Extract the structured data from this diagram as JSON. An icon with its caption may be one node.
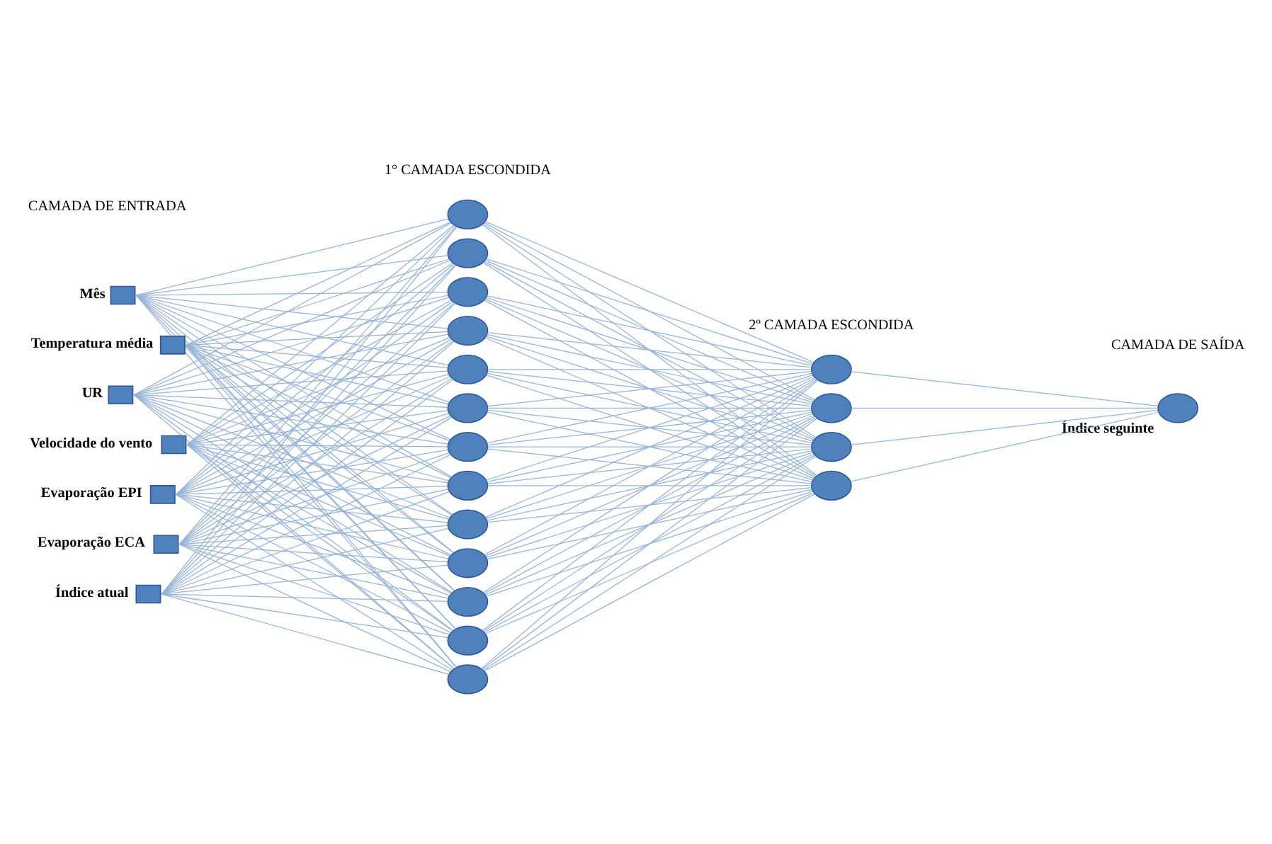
{
  "diagram": {
    "nodes": [
      {
        "text": [],
        "shape": "box",
        "beside": [
          "Mês"
        ]
      },
      {
        "text": [],
        "shape": "box",
        "beside": [
          "Temperatura média"
        ]
      },
      {
        "text": [],
        "shape": "box",
        "beside": [
          "UR"
        ]
      },
      {
        "text": [],
        "shape": "box",
        "beside": [
          "Velocidade do vento"
        ]
      },
      {
        "text": [],
        "shape": "box",
        "beside": [
          "Evaporação EPI"
        ]
      },
      {
        "text": [],
        "shape": "box",
        "beside": [
          "Evaporação ECA"
        ]
      },
      {
        "text": [],
        "shape": "box",
        "beside": [
          "Índice atual"
        ]
      },
      {
        "text": [],
        "shape": "circle"
      },
      {
        "text": [],
        "shape": "circle"
      },
      {
        "text": [],
        "shape": "circle"
      },
      {
        "text": [],
        "shape": "circle"
      },
      {
        "text": [],
        "shape": "circle"
      },
      {
        "text": [],
        "shape": "circle"
      },
      {
        "text": [],
        "shape": "circle"
      },
      {
        "text": [],
        "shape": "circle"
      },
      {
        "text": [],
        "shape": "circle"
      },
      {
        "text": [],
        "shape": "circle"
      },
      {
        "text": [],
        "shape": "circle"
      },
      {
        "text": [],
        "shape": "circle"
      },
      {
        "text": [],
        "shape": "circle"
      },
      {
        "text": [],
        "shape": "circle"
      },
      {
        "text": [],
        "shape": "circle"
      },
      {
        "text": [],
        "shape": "circle"
      },
      {
        "text": [],
        "shape": "circle"
      },
      {
        "text": [],
        "shape": "circle",
        "beside": [
          "Índice seguinte"
        ]
      }
    ],
    "edges": [
      {
        "from": 0,
        "to": 7,
        "arrow": "none"
      },
      {
        "from": 0,
        "to": 8,
        "arrow": "none"
      },
      {
        "from": 0,
        "to": 9,
        "arrow": "none"
      },
      {
        "from": 0,
        "to": 10,
        "arrow": "none"
      },
      {
        "from": 0,
        "to": 11,
        "arrow": "none"
      },
      {
        "from": 0,
        "to": 12,
        "arrow": "none"
      },
      {
        "from": 0,
        "to": 13,
        "arrow": "none"
      },
      {
        "from": 0,
        "to": 14,
        "arrow": "none"
      },
      {
        "from": 0,
        "to": 15,
        "arrow": "none"
      },
      {
        "from": 0,
        "to": 16,
        "arrow": "none"
      },
      {
        "from": 0,
        "to": 17,
        "arrow": "none"
      },
      {
        "from": 0,
        "to": 18,
        "arrow": "none"
      },
      {
        "from": 0,
        "to": 19,
        "arrow": "none"
      },
      {
        "from": 1,
        "to": 7,
        "arrow": "none"
      },
      {
        "from": 1,
        "to": 8,
        "arrow": "none"
      },
      {
        "from": 1,
        "to": 9,
        "arrow": "none"
      },
      {
        "from": 1,
        "to": 10,
        "arrow": "none"
      },
      {
        "from": 1,
        "to": 11,
        "arrow": "none"
      },
      {
        "from": 1,
        "to": 12,
        "arrow": "none"
      },
      {
        "from": 1,
        "to": 13,
        "arrow": "none"
      },
      {
        "from": 1,
        "to": 14,
        "arrow": "none"
      },
      {
        "from": 1,
        "to": 15,
        "arrow": "none"
      },
      {
        "from": 1,
        "to": 16,
        "arrow": "none"
      },
      {
        "from": 1,
        "to": 17,
        "arrow": "none"
      },
      {
        "from": 1,
        "to": 18,
        "arrow": "none"
      },
      {
        "from": 1,
        "to": 19,
        "arrow": "none"
      },
      {
        "from": 2,
        "to": 7,
        "arrow": "none"
      },
      {
        "from": 2,
        "to": 8,
        "arrow": "none"
      },
      {
        "from": 2,
        "to": 9,
        "arrow": "none"
      },
      {
        "from": 2,
        "to": 10,
        "arrow": "none"
      },
      {
        "from": 2,
        "to": 11,
        "arrow": "none"
      },
      {
        "from": 2,
        "to": 12,
        "arrow": "none"
      },
      {
        "from": 2,
        "to": 13,
        "arrow": "none"
      },
      {
        "from": 2,
        "to": 14,
        "arrow": "none"
      },
      {
        "from": 2,
        "to": 15,
        "arrow": "none"
      },
      {
        "from": 2,
        "to": 16,
        "arrow": "none"
      },
      {
        "from": 2,
        "to": 17,
        "arrow": "none"
      },
      {
        "from": 2,
        "to": 18,
        "arrow": "none"
      },
      {
        "from": 2,
        "to": 19,
        "arrow": "none"
      },
      {
        "from": 3,
        "to": 7,
        "arrow": "none"
      },
      {
        "from": 3,
        "to": 8,
        "arrow": "none"
      },
      {
        "from": 3,
        "to": 9,
        "arrow": "none"
      },
      {
        "from": 3,
        "to": 10,
        "arrow": "none"
      },
      {
        "from": 3,
        "to": 11,
        "arrow": "none"
      },
      {
        "from": 3,
        "to": 12,
        "arrow": "none"
      },
      {
        "from": 3,
        "to": 13,
        "arrow": "none"
      },
      {
        "from": 3,
        "to": 14,
        "arrow": "none"
      },
      {
        "from": 3,
        "to": 15,
        "arrow": "none"
      },
      {
        "from": 3,
        "to": 16,
        "arrow": "none"
      },
      {
        "from": 3,
        "to": 17,
        "arrow": "none"
      },
      {
        "from": 3,
        "to": 18,
        "arrow": "none"
      },
      {
        "from": 3,
        "to": 19,
        "arrow": "none"
      },
      {
        "from": 4,
        "to": 7,
        "arrow": "none"
      },
      {
        "from": 4,
        "to": 8,
        "arrow": "none"
      },
      {
        "from": 4,
        "to": 9,
        "arrow": "none"
      },
      {
        "from": 4,
        "to": 10,
        "arrow": "none"
      },
      {
        "from": 4,
        "to": 11,
        "arrow": "none"
      },
      {
        "from": 4,
        "to": 12,
        "arrow": "none"
      },
      {
        "from": 4,
        "to": 13,
        "arrow": "none"
      },
      {
        "from": 4,
        "to": 14,
        "arrow": "none"
      },
      {
        "from": 4,
        "to": 15,
        "arrow": "none"
      },
      {
        "from": 4,
        "to": 16,
        "arrow": "none"
      },
      {
        "from": 4,
        "to": 17,
        "arrow": "none"
      },
      {
        "from": 4,
        "to": 18,
        "arrow": "none"
      },
      {
        "from": 4,
        "to": 19,
        "arrow": "none"
      },
      {
        "from": 5,
        "to": 7,
        "arrow": "none"
      },
      {
        "from": 5,
        "to": 8,
        "arrow": "none"
      },
      {
        "from": 5,
        "to": 9,
        "arrow": "none"
      },
      {
        "from": 5,
        "to": 10,
        "arrow": "none"
      },
      {
        "from": 5,
        "to": 11,
        "arrow": "none"
      },
      {
        "from": 5,
        "to": 12,
        "arrow": "none"
      },
      {
        "from": 5,
        "to": 13,
        "arrow": "none"
      },
      {
        "from": 5,
        "to": 14,
        "arrow": "none"
      },
      {
        "from": 5,
        "to": 15,
        "arrow": "none"
      },
      {
        "from": 5,
        "to": 16,
        "arrow": "none"
      },
      {
        "from": 5,
        "to": 17,
        "arrow": "none"
      },
      {
        "from": 5,
        "to": 18,
        "arrow": "none"
      },
      {
        "from": 5,
        "to": 19,
        "arrow": "none"
      },
      {
        "from": 6,
        "to": 7,
        "arrow": "none"
      },
      {
        "from": 6,
        "to": 8,
        "arrow": "none"
      },
      {
        "from": 6,
        "to": 9,
        "arrow": "none"
      },
      {
        "from": 6,
        "to": 10,
        "arrow": "none"
      },
      {
        "from": 6,
        "to": 11,
        "arrow": "none"
      },
      {
        "from": 6,
        "to": 12,
        "arrow": "none"
      },
      {
        "from": 6,
        "to": 13,
        "arrow": "none"
      },
      {
        "from": 6,
        "to": 14,
        "arrow": "none"
      },
      {
        "from": 6,
        "to": 15,
        "arrow": "none"
      },
      {
        "from": 6,
        "to": 16,
        "arrow": "none"
      },
      {
        "from": 6,
        "to": 17,
        "arrow": "none"
      },
      {
        "from": 6,
        "to": 18,
        "arrow": "none"
      },
      {
        "from": 6,
        "to": 19,
        "arrow": "none"
      },
      {
        "from": 7,
        "to": 20,
        "arrow": "none"
      },
      {
        "from": 7,
        "to": 21,
        "arrow": "none"
      },
      {
        "from": 7,
        "to": 22,
        "arrow": "none"
      },
      {
        "from": 7,
        "to": 23,
        "arrow": "none"
      },
      {
        "from": 8,
        "to": 20,
        "arrow": "none"
      },
      {
        "from": 8,
        "to": 21,
        "arrow": "none"
      },
      {
        "from": 8,
        "to": 22,
        "arrow": "none"
      },
      {
        "from": 8,
        "to": 23,
        "arrow": "none"
      },
      {
        "from": 9,
        "to": 20,
        "arrow": "none"
      },
      {
        "from": 9,
        "to": 21,
        "arrow": "none"
      },
      {
        "from": 9,
        "to": 22,
        "arrow": "none"
      },
      {
        "from": 9,
        "to": 23,
        "arrow": "none"
      },
      {
        "from": 10,
        "to": 20,
        "arrow": "none"
      },
      {
        "from": 10,
        "to": 21,
        "arrow": "none"
      },
      {
        "from": 10,
        "to": 22,
        "arrow": "none"
      },
      {
        "from": 10,
        "to": 23,
        "arrow": "none"
      },
      {
        "from": 11,
        "to": 20,
        "arrow": "none"
      },
      {
        "from": 11,
        "to": 21,
        "arrow": "none"
      },
      {
        "from": 11,
        "to": 22,
        "arrow": "none"
      },
      {
        "from": 11,
        "to": 23,
        "arrow": "none"
      },
      {
        "from": 12,
        "to": 20,
        "arrow": "none"
      },
      {
        "from": 12,
        "to": 21,
        "arrow": "none"
      },
      {
        "from": 12,
        "to": 22,
        "arrow": "none"
      },
      {
        "from": 12,
        "to": 23,
        "arrow": "none"
      },
      {
        "from": 13,
        "to": 20,
        "arrow": "none"
      },
      {
        "from": 13,
        "to": 21,
        "arrow": "none"
      },
      {
        "from": 13,
        "to": 22,
        "arrow": "none"
      },
      {
        "from": 13,
        "to": 23,
        "arrow": "none"
      },
      {
        "from": 14,
        "to": 20,
        "arrow": "none"
      },
      {
        "from": 14,
        "to": 21,
        "arrow": "none"
      },
      {
        "from": 14,
        "to": 22,
        "arrow": "none"
      },
      {
        "from": 14,
        "to": 23,
        "arrow": "none"
      },
      {
        "from": 15,
        "to": 20,
        "arrow": "none"
      },
      {
        "from": 15,
        "to": 21,
        "arrow": "none"
      },
      {
        "from": 15,
        "to": 22,
        "arrow": "none"
      },
      {
        "from": 15,
        "to": 23,
        "arrow": "none"
      },
      {
        "from": 16,
        "to": 20,
        "arrow": "none"
      },
      {
        "from": 16,
        "to": 21,
        "arrow": "none"
      },
      {
        "from": 16,
        "to": 22,
        "arrow": "none"
      },
      {
        "from": 16,
        "to": 23,
        "arrow": "none"
      },
      {
        "from": 17,
        "to": 20,
        "arrow": "none"
      },
      {
        "from": 17,
        "to": 21,
        "arrow": "none"
      },
      {
        "from": 17,
        "to": 22,
        "arrow": "none"
      },
      {
        "from": 17,
        "to": 23,
        "arrow": "none"
      },
      {
        "from": 18,
        "to": 20,
        "arrow": "none"
      },
      {
        "from": 18,
        "to": 21,
        "arrow": "none"
      },
      {
        "from": 18,
        "to": 22,
        "arrow": "none"
      },
      {
        "from": 18,
        "to": 23,
        "arrow": "none"
      },
      {
        "from": 19,
        "to": 20,
        "arrow": "none"
      },
      {
        "from": 19,
        "to": 21,
        "arrow": "none"
      },
      {
        "from": 19,
        "to": 22,
        "arrow": "none"
      },
      {
        "from": 19,
        "to": 23,
        "arrow": "none"
      },
      {
        "from": 20,
        "to": 24,
        "arrow": "none"
      },
      {
        "from": 21,
        "to": 24,
        "arrow": "none"
      },
      {
        "from": 22,
        "to": 24,
        "arrow": "none"
      },
      {
        "from": 23,
        "to": 24,
        "arrow": "none"
      }
    ],
    "labels": [
      "CAMADA DE ENTRADA",
      "1° CAMADA ESCONDIDA",
      "2º CAMADA ESCONDIDA",
      "CAMADA DE SAÍDA"
    ]
  }
}
